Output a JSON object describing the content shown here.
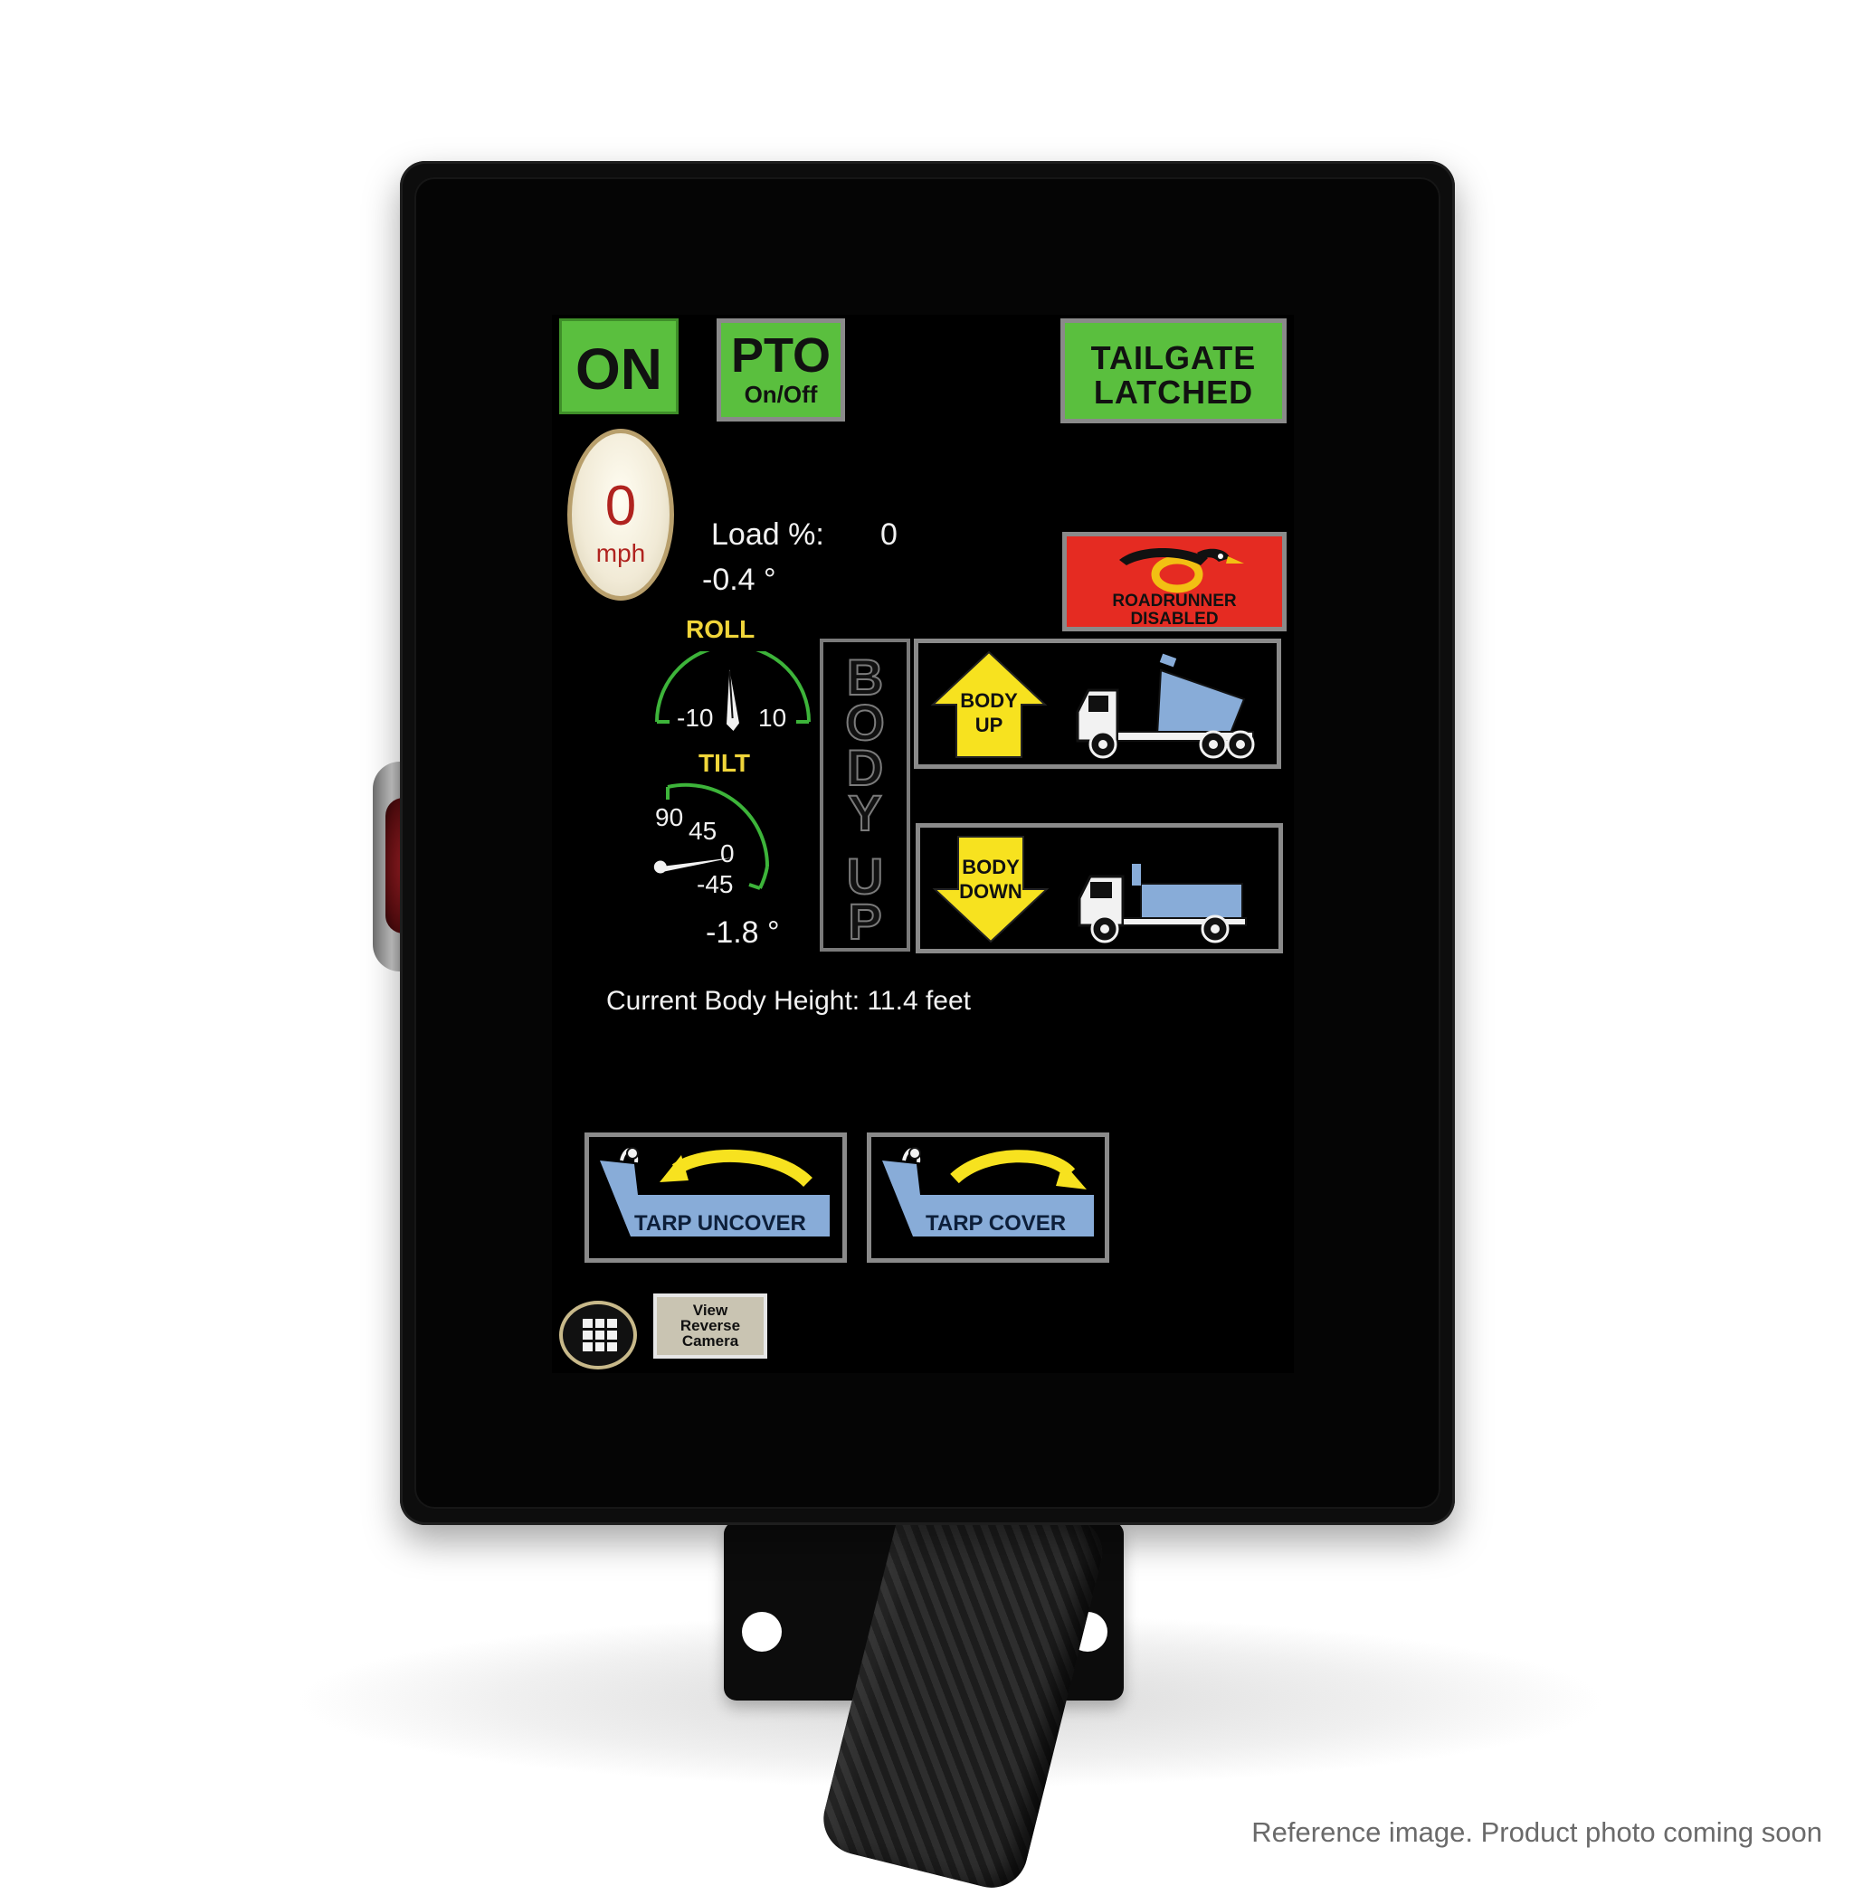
{
  "buttons": {
    "power": "ON",
    "pto_main": "PTO",
    "pto_sub": "On/Off",
    "tailgate_line1": "TAILGATE",
    "tailgate_line2": "LATCHED",
    "roadrunner_line1": "ROADRUNNER",
    "roadrunner_line2": "DISABLED",
    "body_up_line1": "BODY",
    "body_up_line2": "UP",
    "body_down_line1": "BODY",
    "body_down_line2": "DOWN",
    "tarp_uncover": "TARP UNCOVER",
    "tarp_cover": "TARP COVER",
    "camera_line1": "View",
    "camera_line2": "Reverse",
    "camera_line3": "Camera"
  },
  "speed": {
    "value": "0",
    "unit": "mph"
  },
  "load": {
    "label": "Load %:",
    "value": "0"
  },
  "roll": {
    "angle_text": "-0.4 °",
    "label": "ROLL",
    "tick_min": "-10",
    "tick_max": "10",
    "value_deg": -0.4
  },
  "tilt": {
    "label": "TILT",
    "tick_90": "90",
    "tick_45": "45",
    "tick_0": "0",
    "tick_neg45": "-45",
    "angle_text": "-1.8 °",
    "value_deg": -1.8
  },
  "status_bar": {
    "body_state": [
      "B",
      "O",
      "D",
      "Y"
    ],
    "body_state2": [
      "U",
      "P"
    ]
  },
  "body_height": "Current Body Height:  11.4 feet",
  "caption": "Reference image. Product photo coming soon",
  "colors": {
    "button_green": "#5abf3e",
    "alert_red": "#e52b22",
    "gauge_green": "#3db43a",
    "label_yellow": "#f0d53a",
    "arrow_yellow": "#f7e21f",
    "truck_blue": "#88acd8",
    "speed_red": "#b0231f"
  },
  "icons": [
    "roadrunner-icon",
    "dump-truck-raised-icon",
    "dump-truck-lowered-icon",
    "tarp-icon",
    "grid-menu-icon"
  ]
}
